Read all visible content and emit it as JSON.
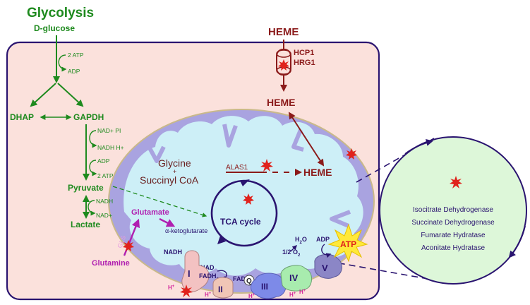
{
  "colors": {
    "glycolysis_green": "#1e8a1e",
    "heme_red": "#8b1a1a",
    "cell_fill": "#fbe1dc",
    "mito_outer": "#a9a3e0",
    "mito_matrix": "#cdeff7",
    "zoom_fill": "#ddf7d9",
    "navy": "#2a1470",
    "magenta": "#b01fb0",
    "star_red": "#e0221c",
    "atp_yellow": "#ffe93a"
  },
  "glycolysis": {
    "title": "Glycolysis",
    "d_glucose": "D-glucose",
    "atp_in": "2 ATP",
    "adp_out": "ADP",
    "dhap": "DHAP",
    "gapdh": "GAPDH",
    "nad_pi": "NAD+ PI",
    "nadh_h": "NADH H+",
    "adp_2": "ADP",
    "atp_2": "2 ATP",
    "pyruvate": "Pyruvate",
    "nadh": "NADH",
    "nad_plus": "NAD+",
    "lactate": "Lactate"
  },
  "heme": {
    "top": "HEME",
    "hcp1": "HCP1",
    "hrg1": "HRG1",
    "cytosol": "HEME",
    "mito": "HEME"
  },
  "mito": {
    "glycine": "Glycine",
    "plus": "+",
    "succinyl_coa": "Succinyl CoA",
    "alas1": "ALAS1",
    "tca": "TCA cycle",
    "alpha_kg": "α-ketoglutarate",
    "glutamate": "Glutamate",
    "glutamine": "Glutamine",
    "gls": "GLS"
  },
  "etc": {
    "nadh": "NADH",
    "nad": "NAD",
    "fadh2_base": "FADH",
    "fadh2_sub": "2",
    "fad": "FAD",
    "q": "Q",
    "c1": "I",
    "c2": "II",
    "c3": "III",
    "c4": "IV",
    "c5": "V",
    "o2_base": "1/2 O",
    "o2_sub": "2",
    "h2o_base": "H",
    "h2o_sub": "2",
    "h2o_end": "O",
    "adp": "ADP",
    "atp": "ATP",
    "h": "H",
    "hplus": "+"
  },
  "zoom": {
    "enzymes": [
      "Isocitrate Dehydrogenase",
      "Succinate Dehydrogenase",
      "Fumarate Hydratase",
      "Aconitate Hydratase"
    ]
  }
}
